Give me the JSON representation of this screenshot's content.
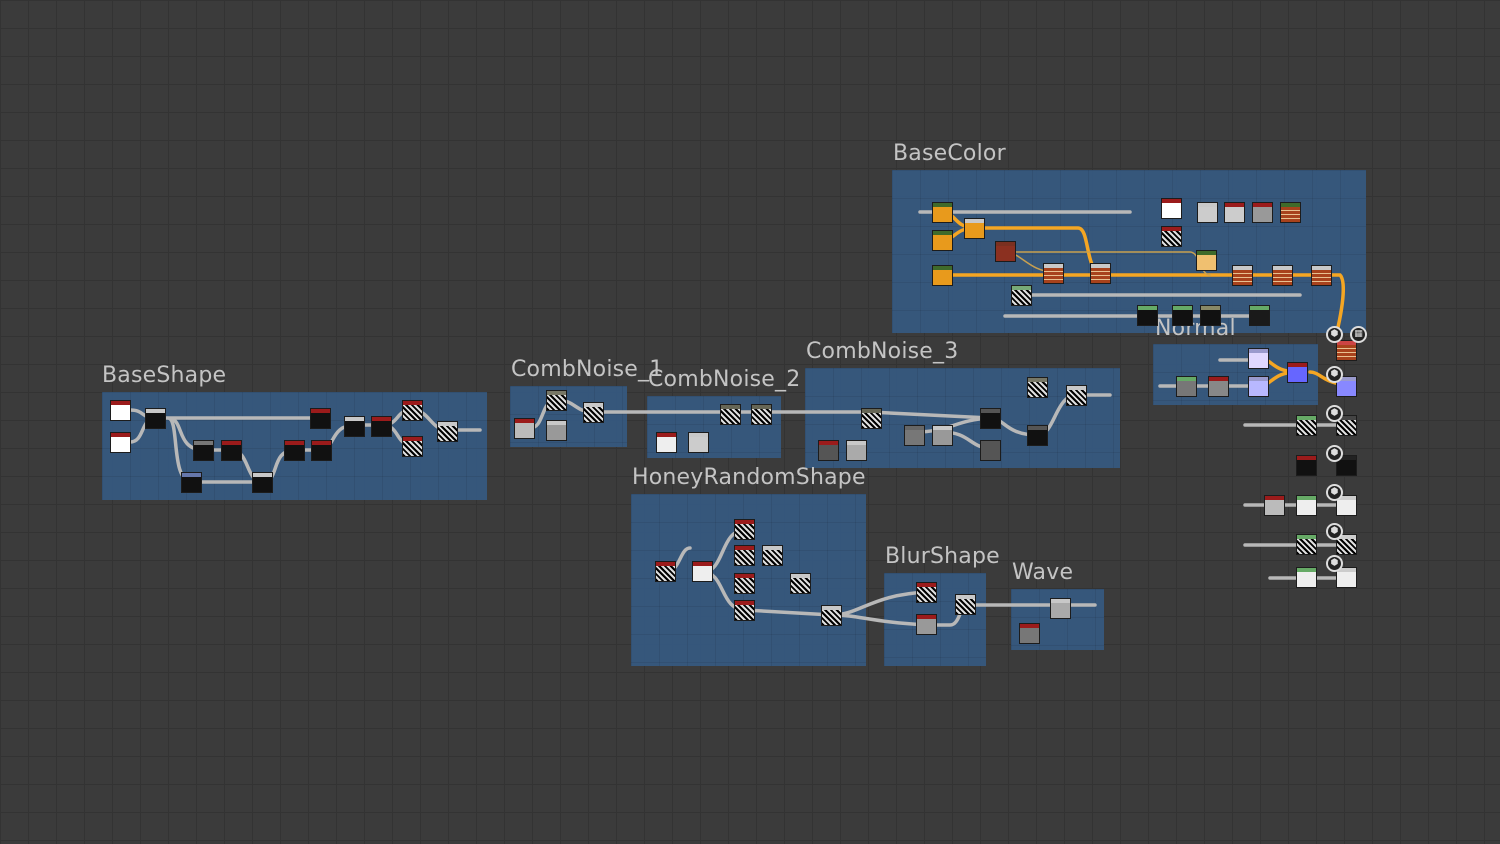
{
  "frames": {
    "basecolor": "BaseColor",
    "baseshape": "BaseShape",
    "combnoise1": "CombNoise_1",
    "combnoise2": "CombNoise_2",
    "combnoise3": "CombNoise_3",
    "normal": "Normal",
    "honey": "HoneyRandomShape",
    "blur": "BlurShape",
    "wave": "Wave"
  },
  "colors": {
    "frame": "#36587e",
    "wire": "#b8b8b8",
    "color_wire": "#f5a623",
    "background": "#3b3b3b"
  }
}
